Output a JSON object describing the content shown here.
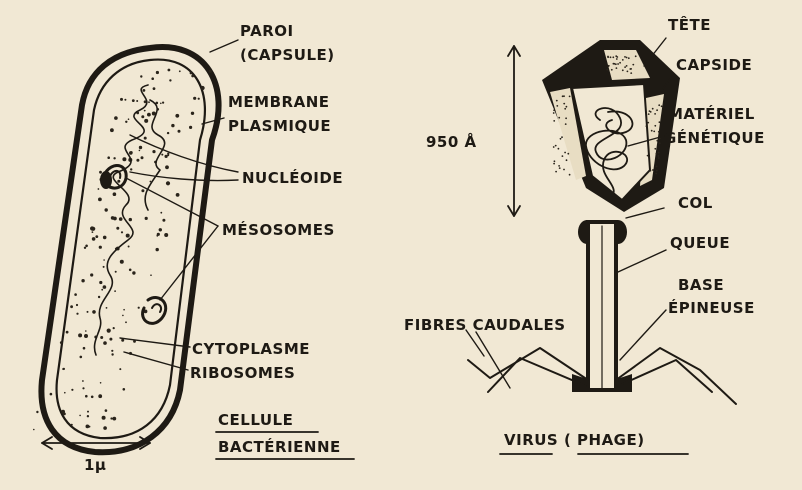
{
  "bacterium": {
    "labels": {
      "paroi": "PAROI",
      "capsule": "(CAPSULE)",
      "membrane": "MEMBRANE",
      "plasmique": "PLASMIQUE",
      "nucleoide": "NUCLÉOIDE",
      "mesosomes": "MÉSOSOMES",
      "cytoplasme": "CYTOPLASME",
      "ribosomes": "RIBOSOMES",
      "scale": "1μ"
    },
    "caption_line1": "CELLULE",
    "caption_line2": "BACTÉRIENNE"
  },
  "virus": {
    "labels": {
      "tete": "TÊTE",
      "capside": "CAPSIDE",
      "materiel": "MATÉRIEL",
      "genetique": "GÉNÉTIQUE",
      "size": "950 Å",
      "col": "COL",
      "queue": "QUEUE",
      "base": "BASE",
      "epineuse": "ÉPINEUSE",
      "fibres": "FIBRES CAUDALES"
    },
    "caption": "VIRUS ( PHAGE)"
  }
}
